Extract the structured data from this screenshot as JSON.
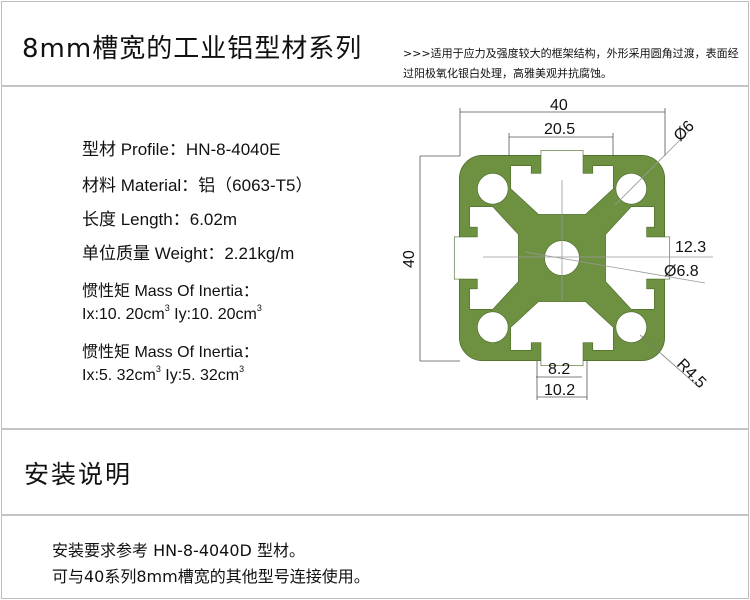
{
  "header": {
    "title": "8mm槽宽的工业铝型材系列",
    "description": ">>>适用于应力及强度较大的框架结构，外形采用圆角过渡，表面经过阳极氧化银白处理，高雅美观并抗腐蚀。"
  },
  "specs": [
    {
      "label": "型材 Profile：",
      "value": "HN-8-4040E"
    },
    {
      "label": "材料 Material：",
      "value": "铝（6063-T5）"
    },
    {
      "label": "长度 Length：",
      "value": "6.02m"
    },
    {
      "label": "单位质量 Weight：",
      "value": "2.21kg/m"
    }
  ],
  "inertia": [
    {
      "label": "惯性矩  Mass Of Inertia：",
      "ix": "Ix:10. 20cm",
      "iy": "Iy:10. 20cm",
      "unit_power": "3"
    },
    {
      "label": "惯性矩  Mass Of Inertia：",
      "ix": "Ix:5. 32cm",
      "iy": "Iy:5. 32cm",
      "unit_power": "3"
    }
  ],
  "drawing": {
    "profile_color": "#6e9141",
    "dims": {
      "width": "40",
      "slot_span": "20.5",
      "hole": "Ø6",
      "height": "40",
      "offset": "12.3",
      "center_hole": "Ø6.8",
      "slot_inner": "8.2",
      "slot_outer": "10.2",
      "radius": "R4.5"
    }
  },
  "install": {
    "heading": "安装说明",
    "lines": [
      "安装要求参考 HN-8-4040D 型材。",
      "可与40系列8mm槽宽的其他型号连接使用。"
    ]
  }
}
